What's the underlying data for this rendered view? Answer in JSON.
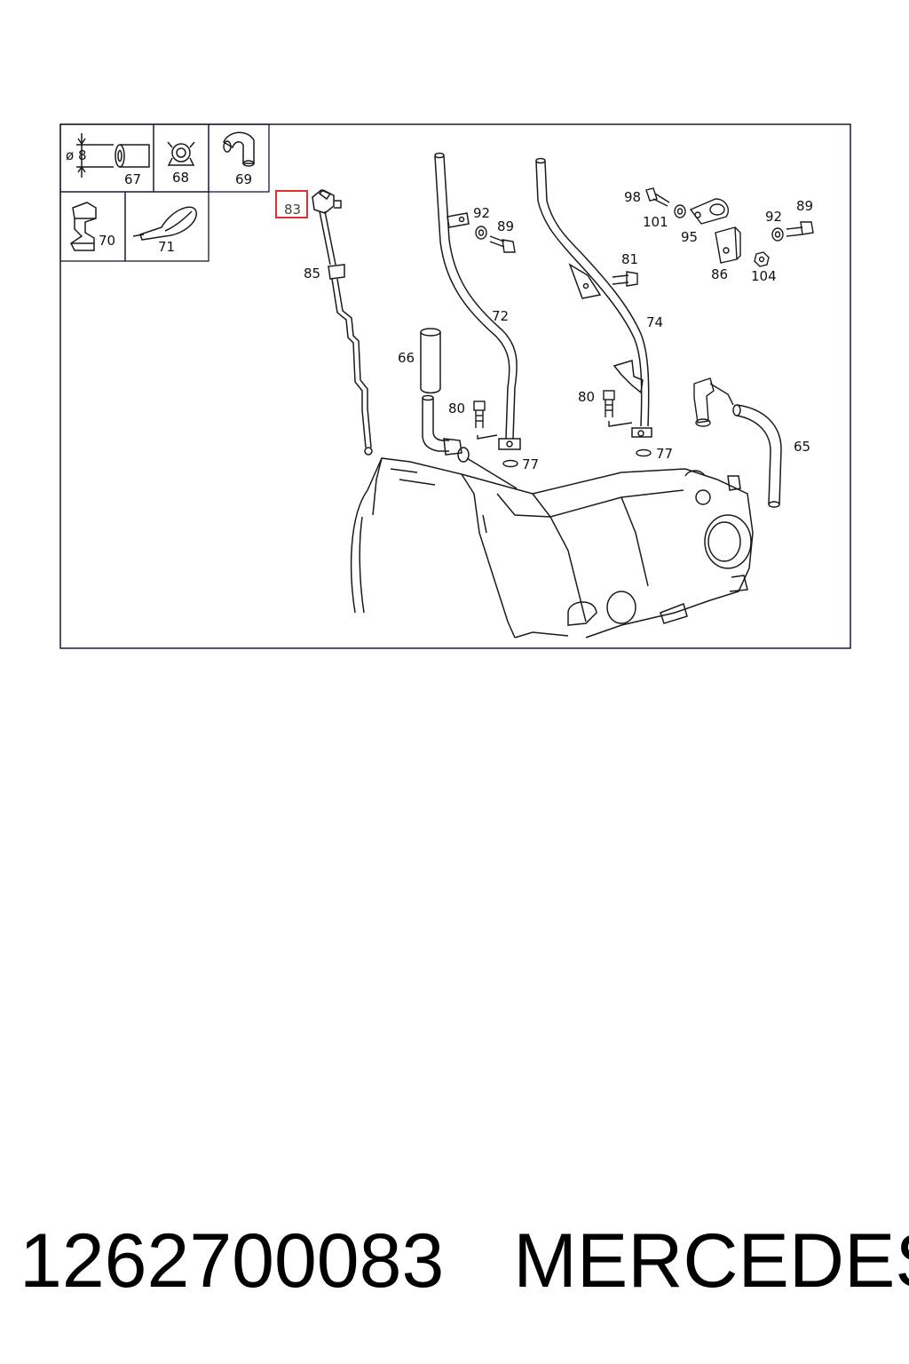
{
  "legend": {
    "dimension": "ø 8",
    "items": [
      "67",
      "68",
      "69",
      "70",
      "71"
    ]
  },
  "callouts": {
    "c83": "83",
    "c85": "85",
    "c66": "66",
    "c72": "72",
    "c92a": "92",
    "c89a": "89",
    "c80a": "80",
    "c77a": "77",
    "c74": "74",
    "c81": "81",
    "c80b": "80",
    "c77b": "77",
    "c98": "98",
    "c101": "101",
    "c95": "95",
    "c86": "86",
    "c104": "104",
    "c92b": "92",
    "c89b": "89",
    "c65": "65"
  },
  "highlight": {
    "callout": "83",
    "color": "#e03030"
  },
  "footer": {
    "part_number": "1262700083",
    "brand": "MERCEDES"
  },
  "colors": {
    "line": "#1a1a1a",
    "frame": "#1a1a3a"
  }
}
